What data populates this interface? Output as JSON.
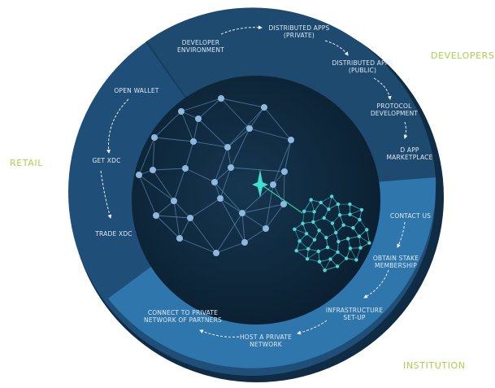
{
  "categories": {
    "developers": "DEVELOPERS",
    "retail": "RETAIL",
    "institution": "INSTITUTION"
  },
  "developers_steps": {
    "developer_environment": "DEVELOPER\nENVIRONMENT",
    "distributed_apps_private": "DISTRIBUTED APPS\n(PRIVATE)",
    "distributed_apps_public": "DISTRIBUTED APPS\n(PUBLIC)",
    "protocol_development": "PROTOCOL\nDEVELOPMENT",
    "dapp_marketplace": "D APP\nMARKETPLACE"
  },
  "retail_steps": {
    "open_wallet": "OPEN WALLET",
    "get_xdc": "GET XDC",
    "trade_xdc": "TRADE XDC"
  },
  "institution_steps": {
    "contact_us": "CONTACT US",
    "obtain_stake_membership": "OBTAIN STAKE\nMEMBERSHIP",
    "infrastructure_setup": "INFRASTRUCTURE\nSET-UP",
    "host_private_network": "HOST A PRIVATE\nNETWORK",
    "connect_private_network": "CONNECT TO PRIVATE\nNETWORK OF PARTNERS"
  },
  "colors": {
    "category_label": "#a9d147",
    "developers_segment": "#1d4a6e",
    "retail_segment": "#1f4f78",
    "institution_segment": "#2f76ac",
    "inner_core": "#0d2538",
    "node_large": "#8fb8dd",
    "node_small": "#4fd8d6"
  }
}
